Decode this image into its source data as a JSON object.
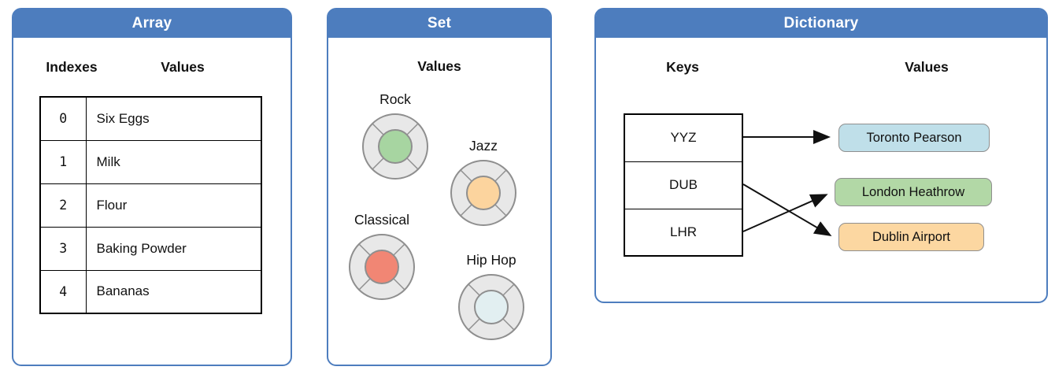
{
  "array": {
    "title": "Array",
    "col_indexes": "Indexes",
    "col_values": "Values",
    "rows": [
      {
        "index": "0",
        "value": "Six Eggs"
      },
      {
        "index": "1",
        "value": "Milk"
      },
      {
        "index": "2",
        "value": "Flour"
      },
      {
        "index": "3",
        "value": "Baking Powder"
      },
      {
        "index": "4",
        "value": "Bananas"
      }
    ]
  },
  "set": {
    "title": "Set",
    "col_values": "Values",
    "items": [
      {
        "label": "Rock",
        "color": "#a7d5a1"
      },
      {
        "label": "Jazz",
        "color": "#fcd49e"
      },
      {
        "label": "Classical",
        "color": "#f18674"
      },
      {
        "label": "Hip Hop",
        "color": "#e2eff1"
      }
    ]
  },
  "dictionary": {
    "title": "Dictionary",
    "col_keys": "Keys",
    "col_values": "Values",
    "keys": [
      "YYZ",
      "DUB",
      "LHR"
    ],
    "values": [
      {
        "label": "Toronto Pearson",
        "color": "#bfdfe9"
      },
      {
        "label": "London Heathrow",
        "color": "#b2d8a6"
      },
      {
        "label": "Dublin Airport",
        "color": "#fcd7a1"
      }
    ],
    "mappings": [
      {
        "key": "YYZ",
        "value": "Toronto Pearson"
      },
      {
        "key": "DUB",
        "value": "Dublin Airport"
      },
      {
        "key": "LHR",
        "value": "London Heathrow"
      }
    ]
  },
  "colors": {
    "accent": "#4d7dbe",
    "header_text": "#ffffff",
    "table_border": "#000000",
    "arrow": "#111111",
    "ring_fill": "#e8e8e8",
    "ring_stroke": "#8f8f8f"
  }
}
